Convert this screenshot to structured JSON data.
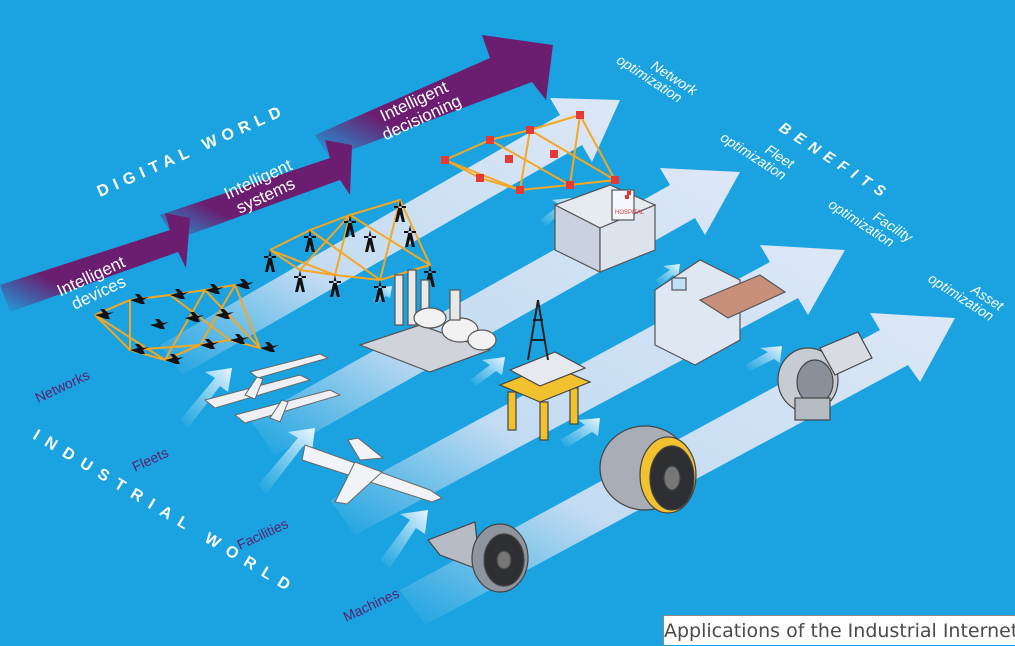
{
  "colors": {
    "background": "#1aa3e0",
    "arrow_purple": "#6b1d6f",
    "arrow_light": "#d6e2f4",
    "network_orange": "#f5a623",
    "node_red": "#e53935",
    "label_purple": "#5a1f6e"
  },
  "digital_world": {
    "title": "DIGITAL WORLD",
    "stages": [
      {
        "line1": "Intelligent",
        "line2": "devices"
      },
      {
        "line1": "Intelligent",
        "line2": "systems"
      },
      {
        "line1": "Intelligent",
        "line2": "decisioning"
      }
    ]
  },
  "industrial_world": {
    "title": "INDUSTRIAL WORLD",
    "levels": [
      "Networks",
      "Fleets",
      "Facilities",
      "Machines"
    ]
  },
  "benefits": {
    "title": "BENEFITS",
    "items": [
      {
        "line1": "Network",
        "line2": "optimization"
      },
      {
        "line1": "Fleet",
        "line2": "optimization"
      },
      {
        "line1": "Facility",
        "line2": "optimization"
      },
      {
        "line1": "Asset",
        "line2": "optimization"
      }
    ]
  },
  "hospital_sign": "HOSPITAL",
  "caption": "Applications of the Industrial Internet"
}
